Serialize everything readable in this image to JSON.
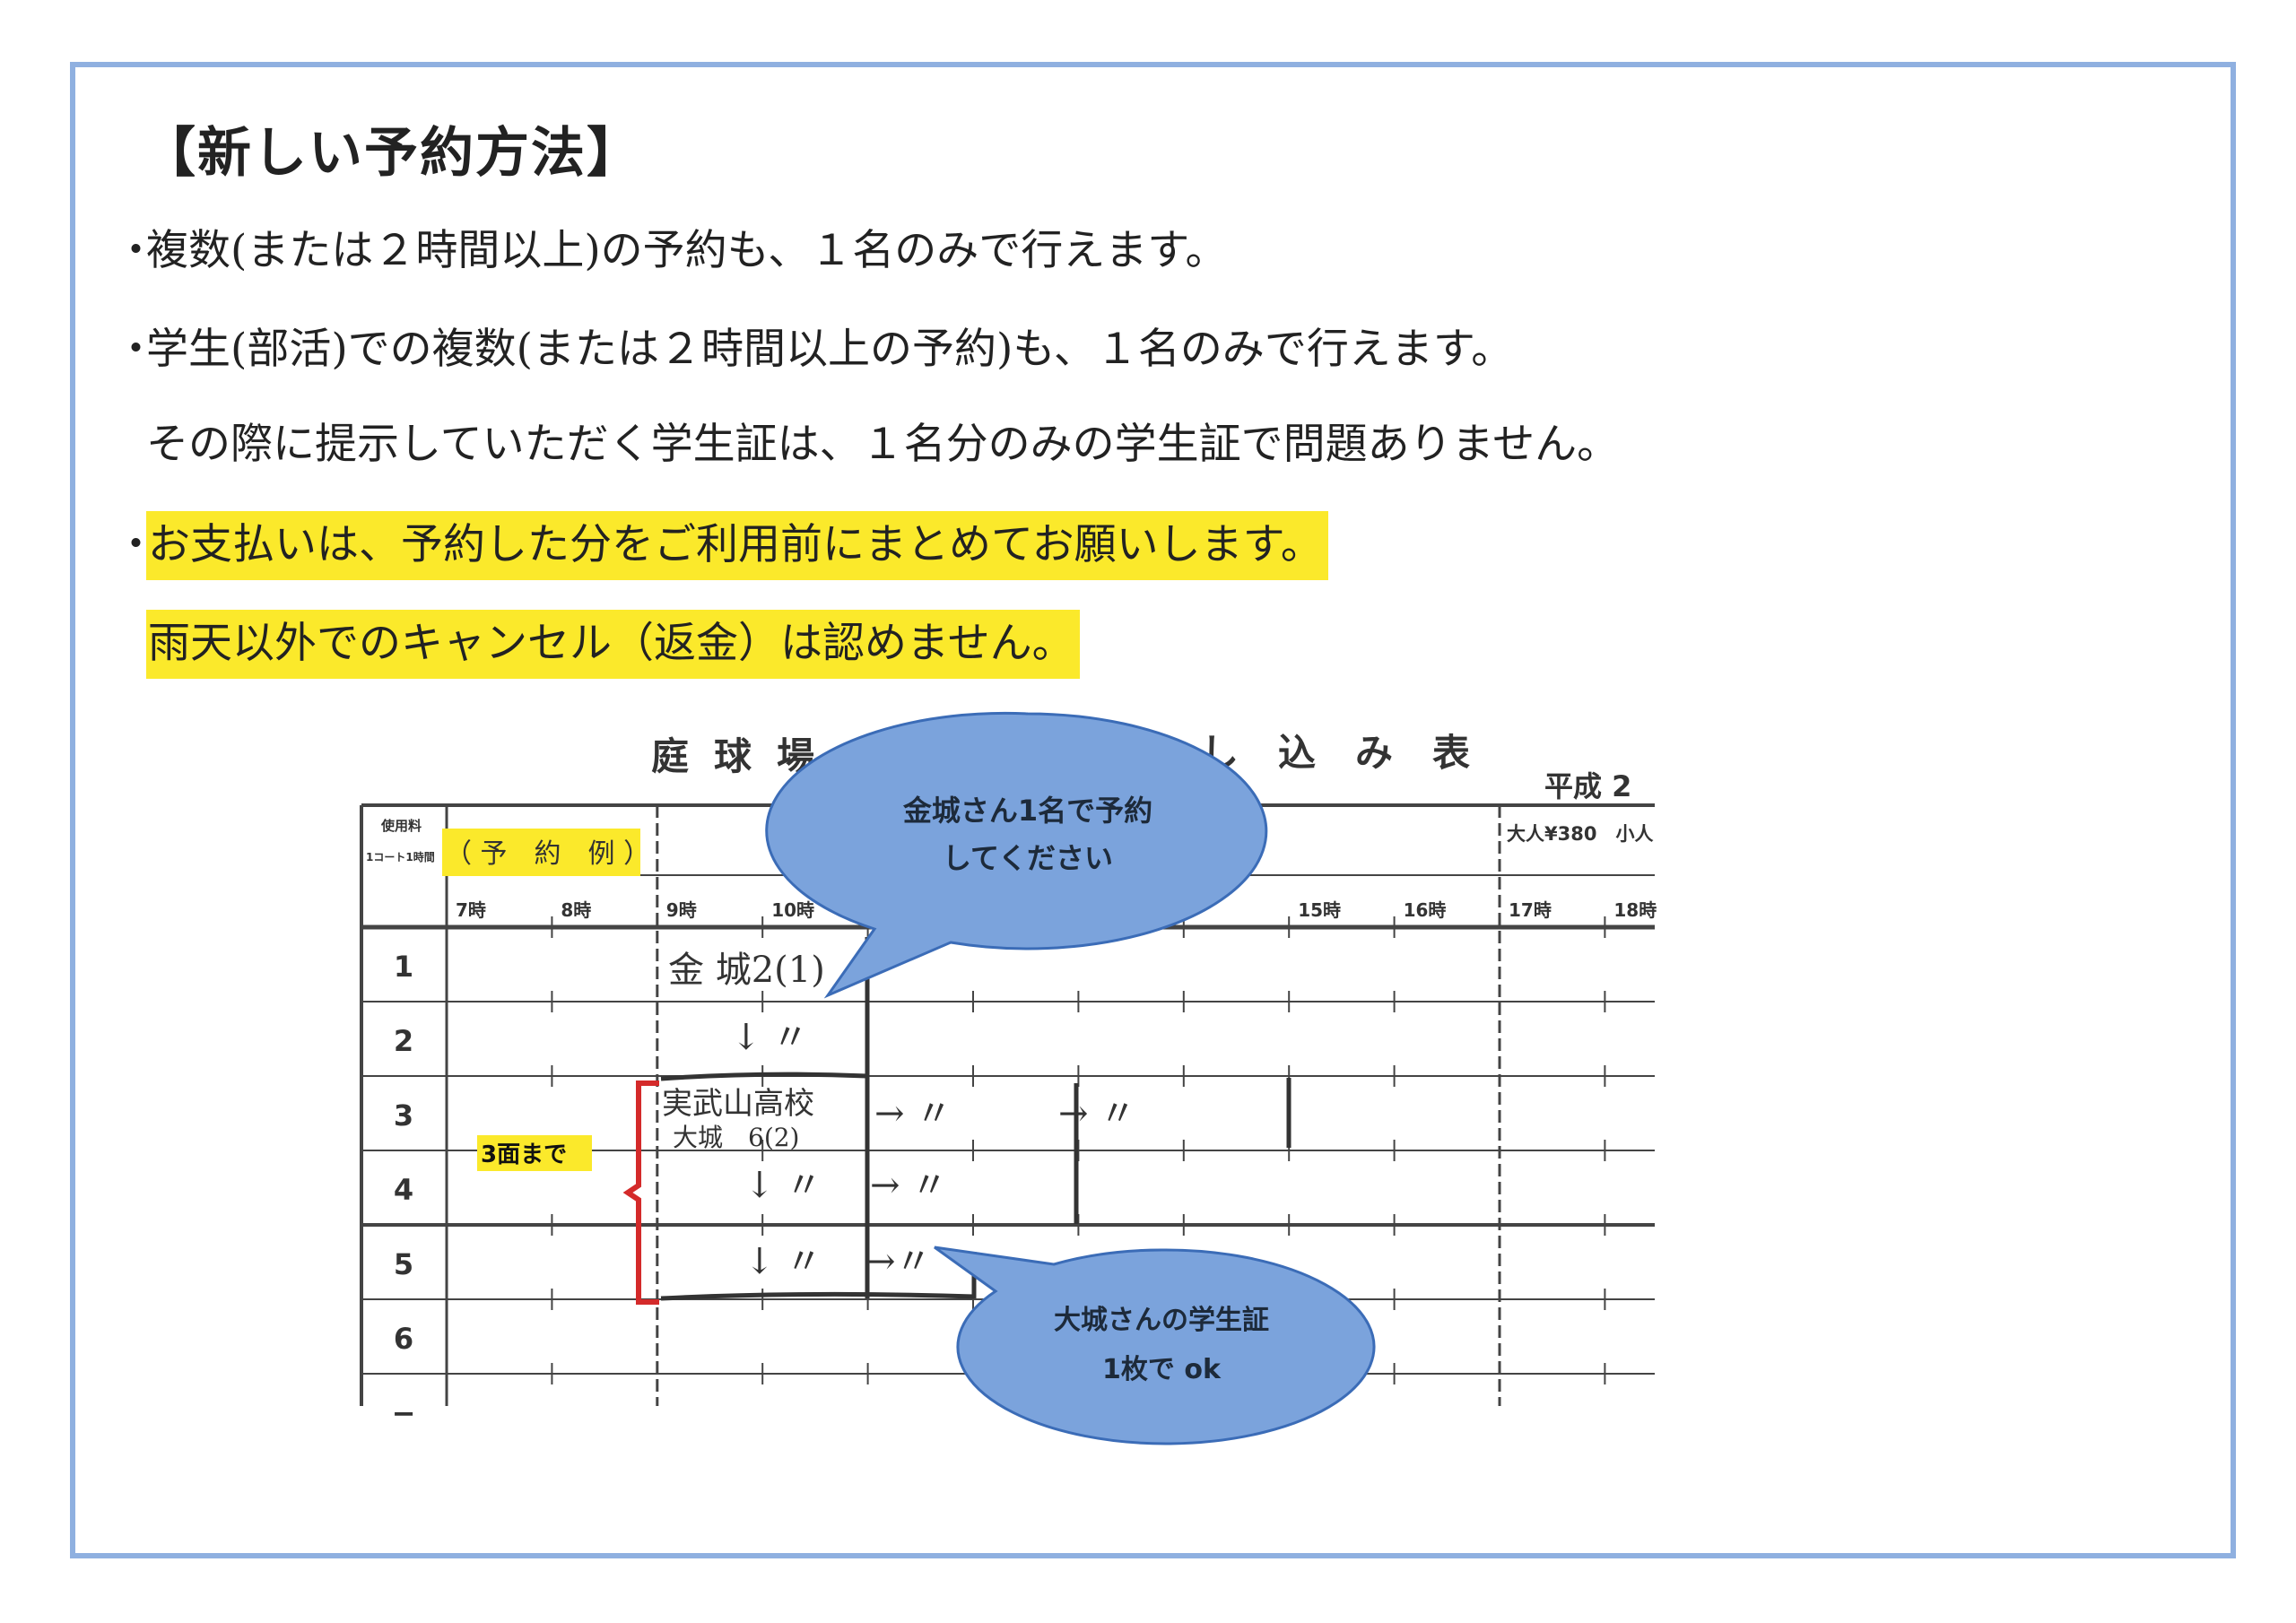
{
  "heading": "【新しい予約方法】",
  "bullets": [
    {
      "marker": "・",
      "text": "複数(または２時間以上)の予約も、１名のみで行えます。"
    },
    {
      "marker": "・",
      "text": "学生(部活)での複数(または２時間以上の予約)も、１名のみで行えます。"
    },
    {
      "marker": "",
      "text": "その際に提示していただく学生証は、１名分のみの学生証で問題ありません。"
    },
    {
      "marker": "・",
      "text": "お支払いは、予約した分をご利用前にまとめてお願いします。"
    },
    {
      "marker": "",
      "text": "雨天以外でのキャンセル（返金）は認めません。"
    }
  ],
  "highlight_color": "#fbe92b",
  "form": {
    "title_left": "庭球場",
    "title_right": "し込み表",
    "era": "平成 2",
    "fee_label": "使用料",
    "fee_unit": "1コート1時間",
    "example_label": "（ 予　約　例 ）",
    "fee_right": "大人¥380　小人",
    "hours": [
      {
        "index": 0,
        "label": "7時"
      },
      {
        "index": 1,
        "label": "8時"
      },
      {
        "index": 2,
        "label": "9時"
      },
      {
        "index": 3,
        "label": "10時"
      },
      {
        "index": 8,
        "label": "15時"
      },
      {
        "index": 9,
        "label": "16時"
      },
      {
        "index": 10,
        "label": "17時"
      },
      {
        "index": 11,
        "label": "18時"
      }
    ],
    "courts": [
      "1",
      "2",
      "3",
      "4",
      "5",
      "6",
      "−"
    ],
    "handwritten": {
      "r1": "金 城2(1)",
      "r2": "↓ 〃",
      "r3a": "実武山高校",
      "r3b": "大城　6(2)",
      "r3c": "→ 〃",
      "r3d": "→ 〃",
      "r4a": "↓ 〃",
      "r4b": "→ 〃",
      "r5a": "↓ 〃",
      "r5b": "→〃"
    },
    "range_label": "3面まで"
  },
  "callouts": [
    {
      "line1": "金城さん1名で予約",
      "line2": "してください"
    },
    {
      "line1": "大城さんの学生証",
      "line2": "1枚で ok"
    }
  ],
  "colors": {
    "frame": "#8fb0e0",
    "bubble": "#7ba3dc",
    "bubble_stroke": "#3b6cb7",
    "bracket": "#d42a2a"
  }
}
